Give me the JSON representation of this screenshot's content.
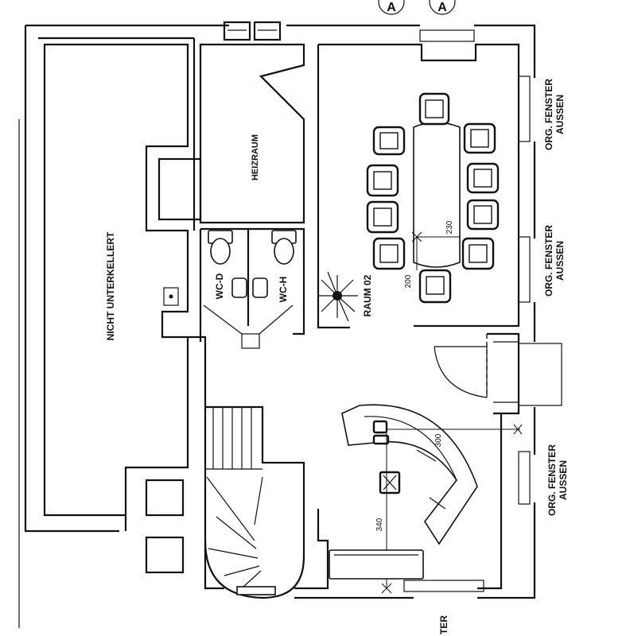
{
  "rooms": {
    "unbasemented": "NICHT UNTERKELLERT",
    "boiler_room": "HEIZRAUM",
    "wc_women": "WC-D",
    "wc_men": "WC-H",
    "room_02": "RAUM 02"
  },
  "window_notes": [
    {
      "line1": "ORG. FENSTER",
      "line2": "AUSSEN"
    },
    {
      "line1": "ORG. FENSTER",
      "line2": "AUSSEN"
    },
    {
      "line1": "ORG. FENSTER",
      "line2": "AUSSEN"
    }
  ],
  "bottom_cut_label": "TER",
  "section_markers": [
    "A",
    "A"
  ],
  "dimensions": {
    "table_length": "230",
    "table_width": "200",
    "lounge_width": "300",
    "lounge_length": "340"
  }
}
